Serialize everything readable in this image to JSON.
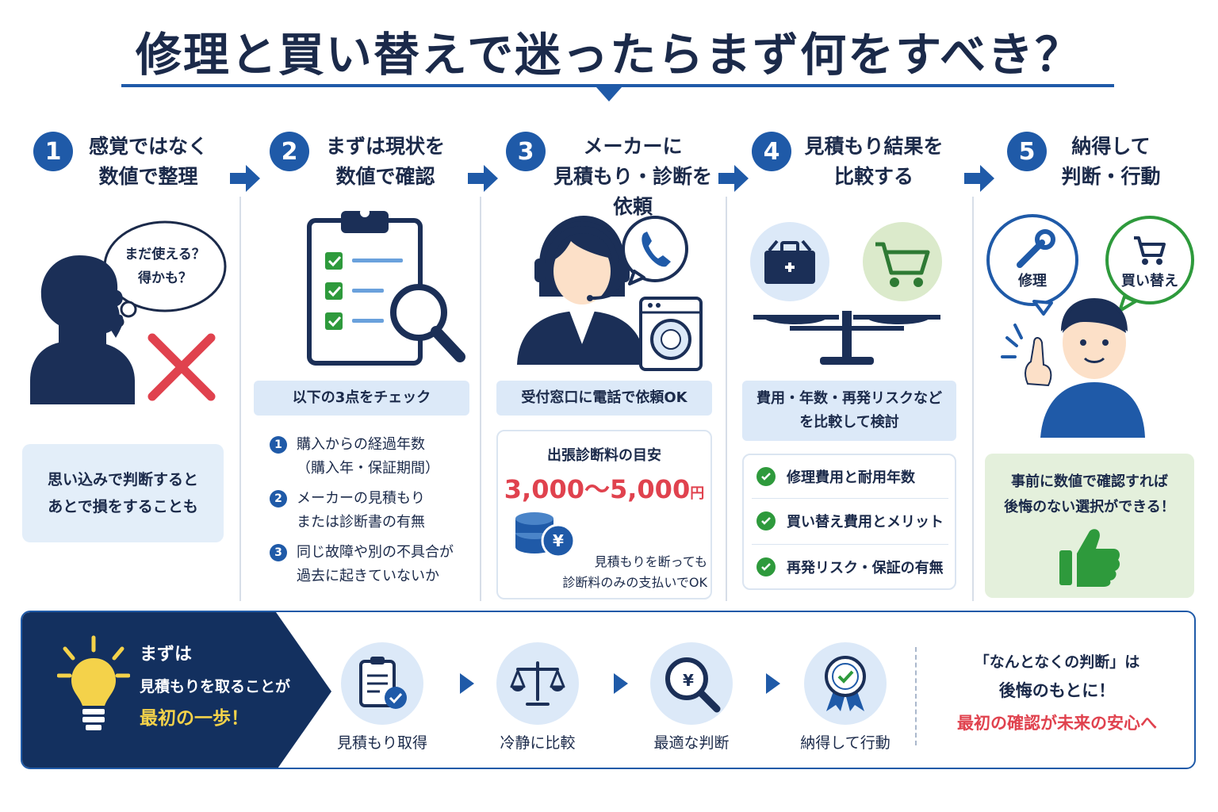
{
  "title": "修理と買い替えで迷ったらまず何をすべき？",
  "steps": [
    {
      "num": "1",
      "title_line1": "感覚ではなく",
      "title_line2": "数値で整理",
      "bubble_line1": "まだ使える？",
      "bubble_line2": "得かも？",
      "note_line1": "思い込みで判断すると",
      "note_line2": "あとで損をすることも"
    },
    {
      "num": "2",
      "title_line1": "まずは現状を",
      "title_line2": "数値で確認",
      "chip": "以下の3点をチェック",
      "items": [
        {
          "num": "1",
          "line1": "購入からの経過年数",
          "line2": "（購入年・保証期間）"
        },
        {
          "num": "2",
          "line1": "メーカーの見積もり",
          "line2": "または診断書の有無"
        },
        {
          "num": "3",
          "line1": "同じ故障や別の不具合が",
          "line2": "過去に起きていないか"
        }
      ]
    },
    {
      "num": "3",
      "title_line1": "メーカーに",
      "title_line2": "見積もり・診断を依頼",
      "chip": "受付窓口に電話で依頼OK",
      "fee_title": "出張診断料の目安",
      "fee_value": "3,000〜5,000",
      "fee_unit": "円",
      "yen_symbol": "¥",
      "fee_note_line1": "見積もりを断っても",
      "fee_note_line2": "診断料のみの支払いでOK"
    },
    {
      "num": "4",
      "title_line1": "見積もり結果を",
      "title_line2": "比較する",
      "chip_line1": "費用・年数・再発リスクなど",
      "chip_line2": "を比較して検討",
      "checks": [
        "修理費用と耐用年数",
        "買い替え費用とメリット",
        "再発リスク・保証の有無"
      ]
    },
    {
      "num": "5",
      "title_line1": "納得して",
      "title_line2": "判断・行動",
      "bubble_left": "修理",
      "bubble_right": "買い替え",
      "note_line1": "事前に数値で確認すれば",
      "note_line2": "後悔のない選択ができる！"
    }
  ],
  "banner": {
    "line1": "まずは",
    "line2": "見積もりを取ることが",
    "line3": "最初の一歩！",
    "flow": [
      "見積もり取得",
      "冷静に比較",
      "最適な判断",
      "納得して行動"
    ],
    "flow_yen": "¥",
    "closing_line1": "「なんとなくの判断」は",
    "closing_line2": "後悔のもとに！",
    "closing_line3": "最初の確認が未来の安心へ"
  },
  "colors": {
    "navy": "#13305f",
    "blue": "#1f5aa8",
    "light_blue": "#dce9f8",
    "red": "#e0424e",
    "green": "#2e9a3c",
    "yellow": "#f4d24a"
  }
}
